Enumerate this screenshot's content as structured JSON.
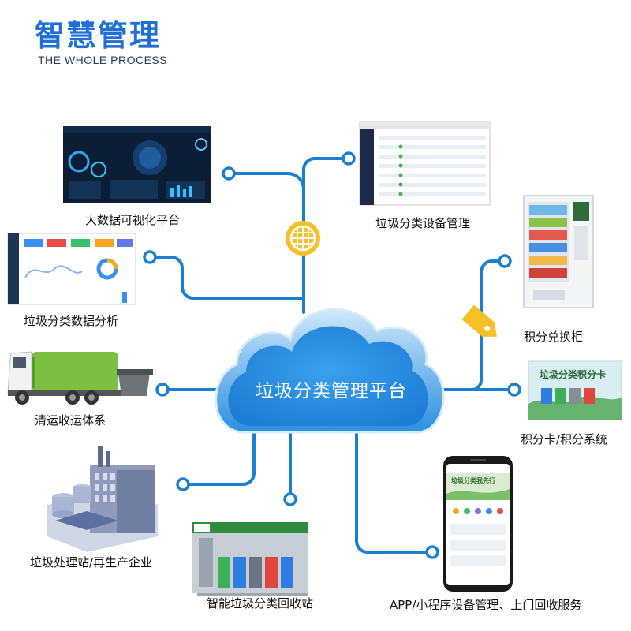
{
  "header": {
    "title": "智慧管理",
    "subtitle": "THE WHOLE PROCESS"
  },
  "hub": {
    "label": "垃圾分类管理平台"
  },
  "nodes": {
    "big_data": "大数据可视化平台",
    "device_mgmt": "垃圾分类设备管理",
    "data_analysis": "垃圾分类数据分析",
    "points_cabinet": "积分兑换柜",
    "collection": "清运收运体系",
    "points_card": "积分卡/积分系统",
    "processing": "垃圾处理站/再生产企业",
    "recycle_station": "智能垃圾分类回收站",
    "app": "APP/小程序设备管理、上门回收服务"
  },
  "images": {
    "points_card_banner": "垃圾分类积分卡",
    "phone_banner": "垃圾分类我先行"
  },
  "colors": {
    "title": "#1f6fd6",
    "line": "#1a7fd0",
    "cloud": "#2b8fe0",
    "badge": "#f5c02a"
  }
}
